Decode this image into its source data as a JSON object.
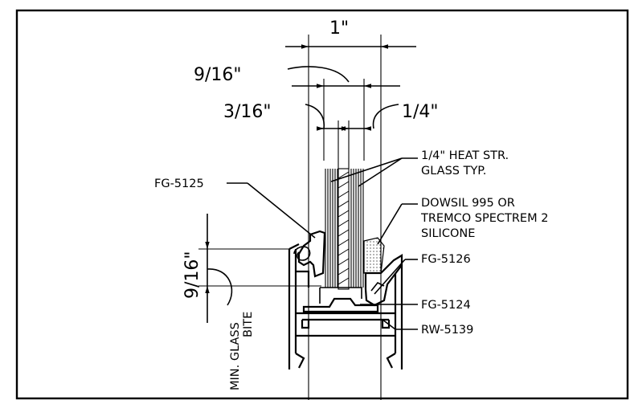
{
  "dimensions": {
    "overall_width": "1\"",
    "glass_pack": "9/16\"",
    "left_lite": "3/16\"",
    "right_lite": "1/4\"",
    "glass_bite": "9/16\"",
    "glass_bite_caption": [
      "MIN. GLASS",
      "BITE"
    ]
  },
  "callouts": {
    "glass": [
      "1/4\" HEAT STR.",
      "GLASS TYP."
    ],
    "sealant": [
      "DOWSIL 995 OR",
      "TREMCO SPECTREM 2",
      "SILICONE"
    ],
    "left_stop": "FG-5125",
    "right_stop": "FG-5126",
    "setting_block": "FG-5124",
    "frame": "RW-5139"
  }
}
